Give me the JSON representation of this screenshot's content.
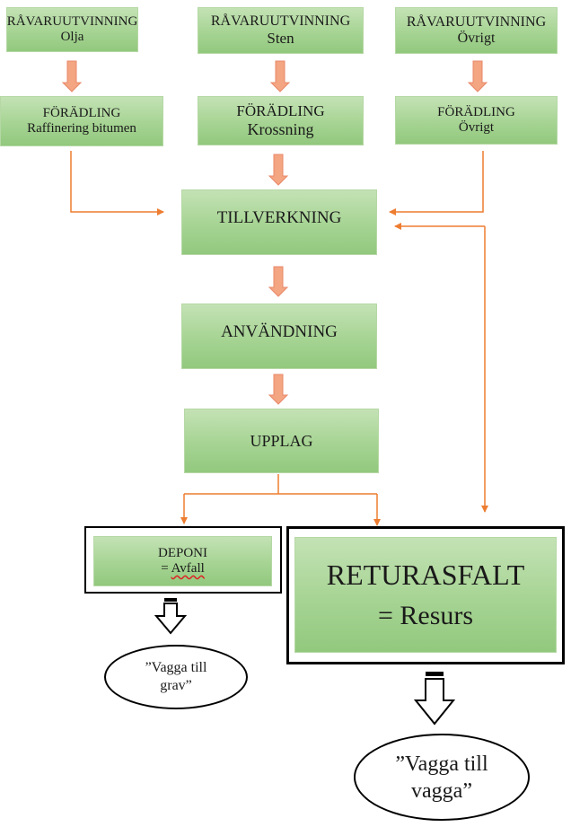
{
  "raw_extraction": [
    {
      "title": "RÅVARUUTVINNING",
      "sub": "Olja"
    },
    {
      "title": "RÅVARUUTVINNING",
      "sub": "Sten"
    },
    {
      "title": "RÅVARUUTVINNING",
      "sub": "Övrigt"
    }
  ],
  "refining": [
    {
      "title": "FÖRÄDLING",
      "sub": "Raffinering bitumen"
    },
    {
      "title": "FÖRÄDLING",
      "sub": "Krossning"
    },
    {
      "title": "FÖRÄDLING",
      "sub": "Övrigt"
    }
  ],
  "manufacturing": "TILLVERKNING",
  "usage": "ANVÄNDNING",
  "storage": "UPPLAG",
  "landfill": {
    "title": "DEPONI",
    "eq": "= ",
    "word": "Avfall"
  },
  "recycled": {
    "title": "RETURASFALT",
    "sub": "= Resurs"
  },
  "grave": {
    "line1": "”Vagga till",
    "line2": "grav”"
  },
  "cradle": {
    "line1": "”Vagga till",
    "line2": "vagga”"
  },
  "colors": {
    "box_green": "#a6d493",
    "connector": "#ed7d31",
    "arrow_fill": "#f4a582",
    "border": "#000000"
  }
}
